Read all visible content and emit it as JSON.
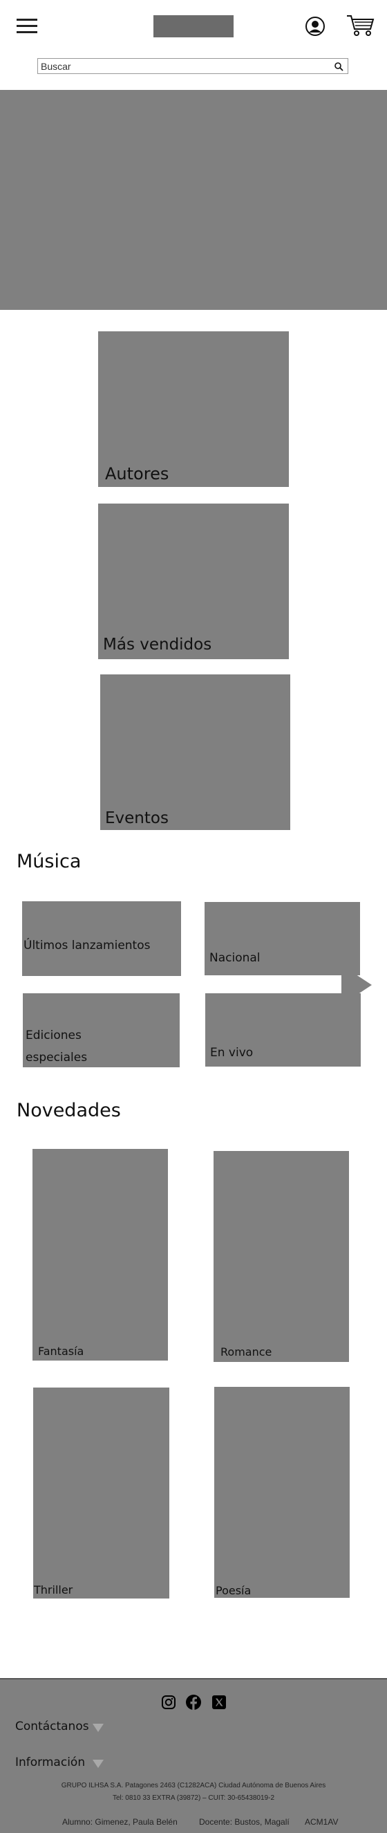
{
  "header": {
    "search_placeholder": "Buscar"
  },
  "categories": [
    {
      "label": "Autores"
    },
    {
      "label": "Más vendidos"
    },
    {
      "label": "Eventos"
    }
  ],
  "musica": {
    "title": "Música",
    "tiles": [
      {
        "label": "Últimos lanzamientos"
      },
      {
        "label": "Nacional"
      },
      {
        "label": "Ediciones especiales"
      },
      {
        "label": "En vivo"
      }
    ]
  },
  "novedades": {
    "title": "Novedades",
    "tiles": [
      {
        "label": "Fantasía"
      },
      {
        "label": "Romance"
      },
      {
        "label": "Thriller"
      },
      {
        "label": "Poesía"
      }
    ]
  },
  "footer": {
    "contact": "Contáctanos",
    "info": "Información",
    "address": "GRUPO ILHSA S.A. Patagones 2463 (C1282ACA) Ciudad Autónoma de Buenos Aires",
    "phone": "Tel: 0810 33 EXTRA (39872) – CUIT: 30-65438019-2",
    "student": "Alumno: Gimenez, Paula Belén",
    "teacher": "Docente: Bustos, Magalí",
    "course": "ACM1AV"
  },
  "icons": {
    "menu": "hamburger-menu-icon",
    "user": "user-icon",
    "cart": "cart-icon",
    "search": "search-icon",
    "next": "arrow-right-icon",
    "instagram": "instagram-icon",
    "facebook": "facebook-icon",
    "x": "x-icon"
  }
}
